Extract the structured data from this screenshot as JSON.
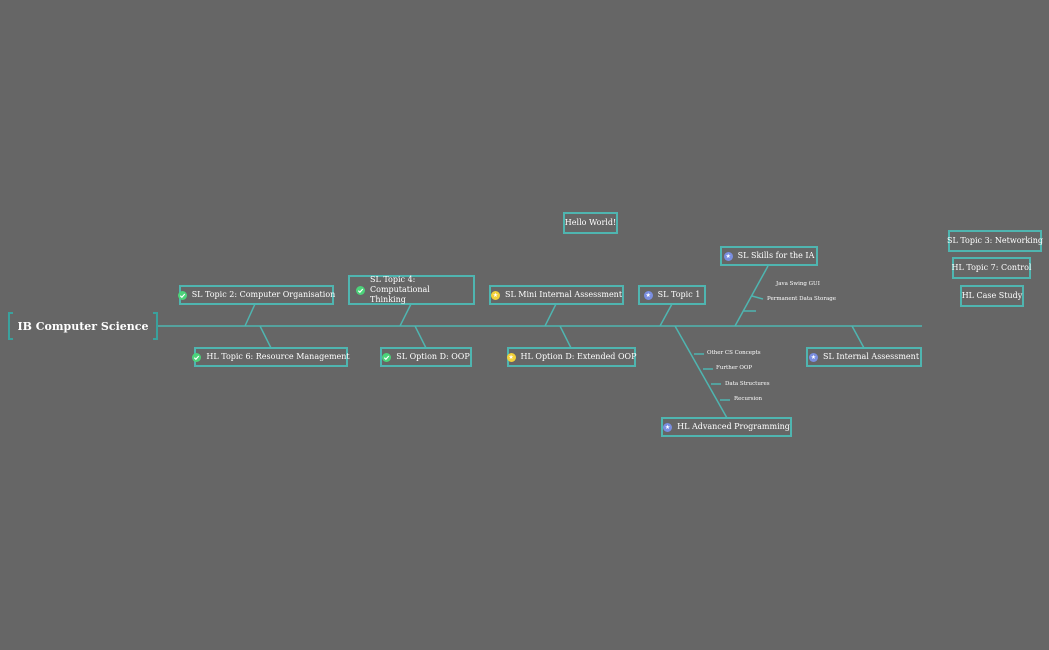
{
  "root": {
    "title": "IB Computer Science"
  },
  "topics": [
    {
      "label": "SL Topic 2: Computer Organisation",
      "status": "done"
    },
    {
      "label": "SL Topic 4: Computational Thinking",
      "status": "done"
    },
    {
      "label": "SL Mini Internal Assessment",
      "status": "half"
    },
    {
      "label": "SL Topic 1",
      "status": "todo"
    },
    {
      "label": "SL Skills for the IA",
      "status": "todo"
    },
    {
      "label": "HL Topic 6: Resource Management",
      "status": "done"
    },
    {
      "label": "SL Option D: OOP",
      "status": "done"
    },
    {
      "label": "HL Option D: Extended OOP",
      "status": "half"
    },
    {
      "label": "SL Internal Assessment",
      "status": "todo"
    },
    {
      "label": "HL Advanced Programming",
      "status": "todo"
    }
  ],
  "skills_subtopics": [
    "Java Swing GUI",
    "Permanent Data Storage"
  ],
  "advanced_subtopics": [
    "Other CS Concepts",
    "Further OOP",
    "Data Structures",
    "Recursion"
  ],
  "floating": {
    "hello": "Hello World!",
    "networking": "SL Topic 3: Networking",
    "control": "HL Topic 7: Control",
    "case_study": "HL Case Study"
  },
  "colors": {
    "background": "#666666",
    "line": "#4fb5b0",
    "done": "#4cd37a",
    "half": "#f2d13a",
    "todo": "#7a8ee0"
  }
}
